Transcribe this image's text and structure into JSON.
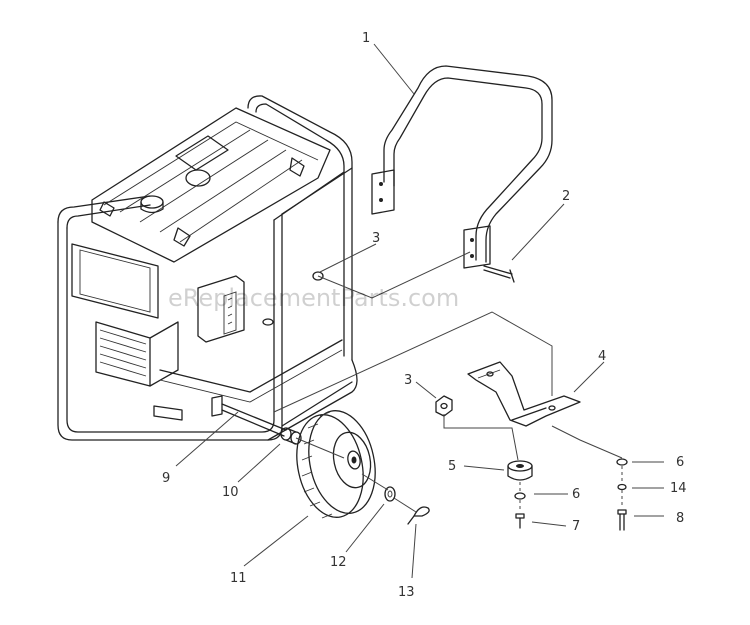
{
  "watermark": "eReplacementParts.com",
  "callouts": [
    {
      "id": "1",
      "label": "1"
    },
    {
      "id": "2",
      "label": "2"
    },
    {
      "id": "3a",
      "label": "3"
    },
    {
      "id": "3b",
      "label": "3"
    },
    {
      "id": "4",
      "label": "4"
    },
    {
      "id": "5",
      "label": "5"
    },
    {
      "id": "6a",
      "label": "6"
    },
    {
      "id": "6b",
      "label": "6"
    },
    {
      "id": "7",
      "label": "7"
    },
    {
      "id": "8",
      "label": "8"
    },
    {
      "id": "9",
      "label": "9"
    },
    {
      "id": "10",
      "label": "10"
    },
    {
      "id": "11",
      "label": "11"
    },
    {
      "id": "12",
      "label": "12"
    },
    {
      "id": "13",
      "label": "13"
    },
    {
      "id": "14",
      "label": "14"
    }
  ]
}
